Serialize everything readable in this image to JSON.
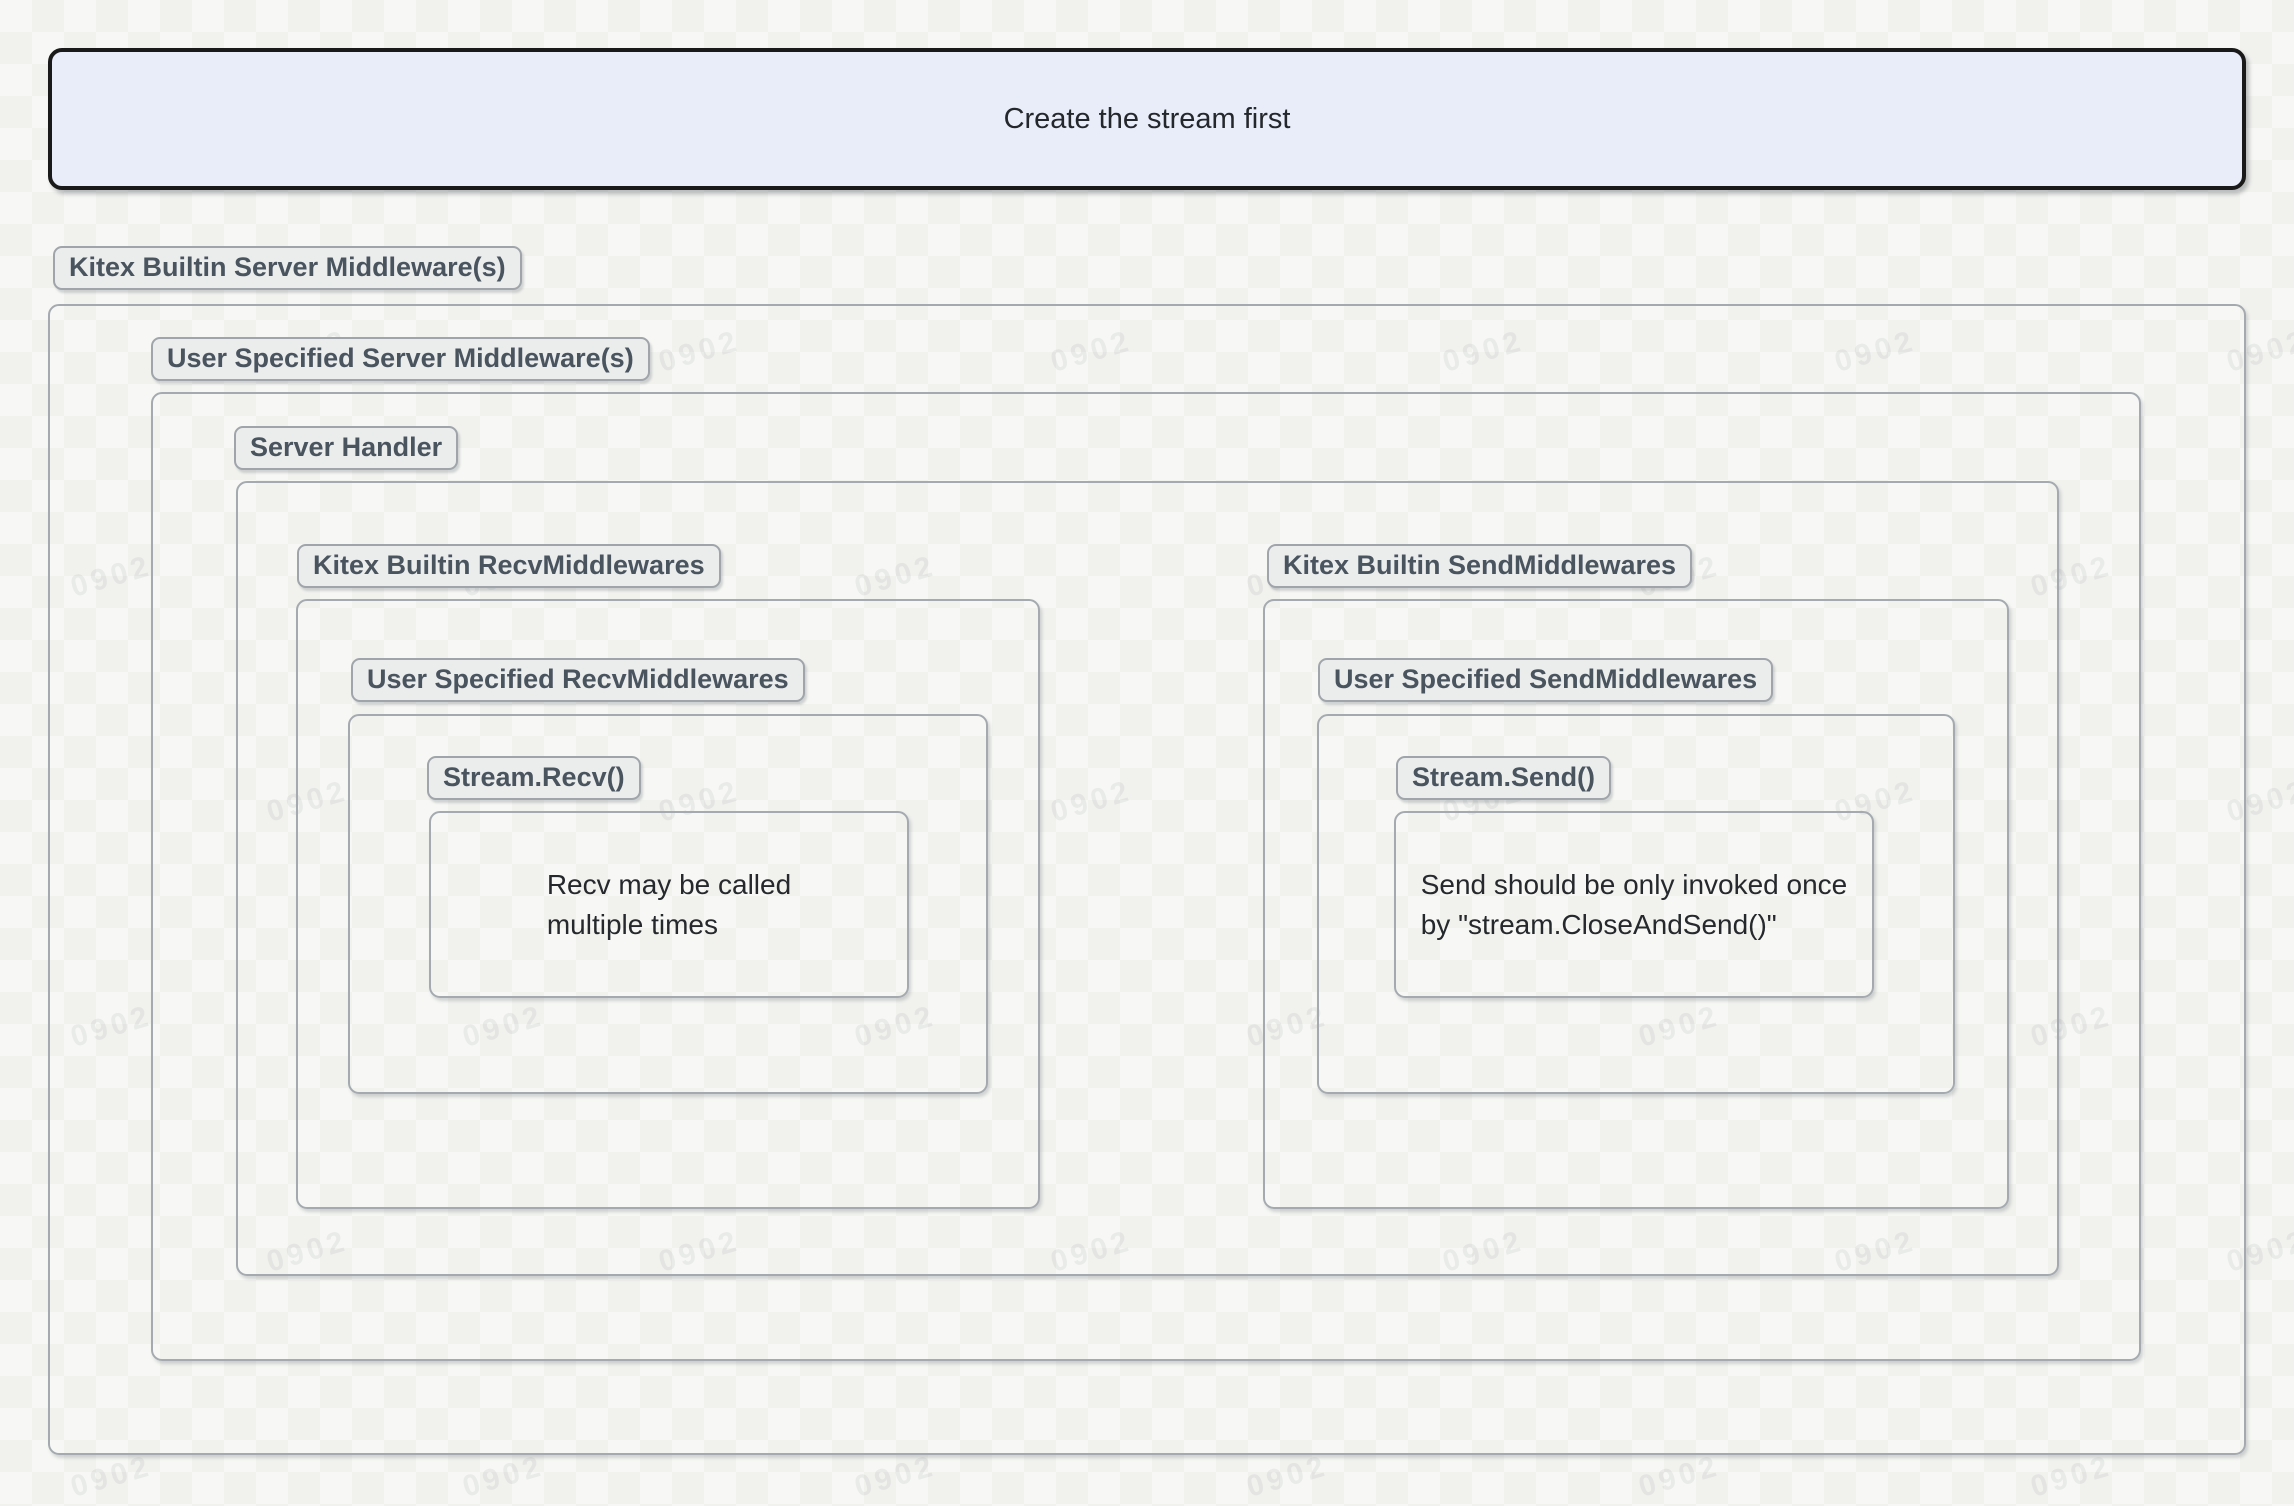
{
  "banner": {
    "label": "Create the stream first"
  },
  "watermark": {
    "text": "0902"
  },
  "colors": {
    "banner_bg": "#e9edf9",
    "banner_border": "#1a1a1a",
    "box_border": "#a4aab0",
    "badge_bg": "#ebecec",
    "badge_border": "#9fa5aa",
    "badge_text": "#4a545f",
    "note_text": "#25282c"
  },
  "layers": {
    "builtin_server": {
      "label": "Kitex Builtin Server Middleware(s)"
    },
    "user_server": {
      "label": "User Specified Server Middleware(s)"
    },
    "server_handler": {
      "label": "Server Handler"
    },
    "recv": {
      "builtin_label": "Kitex Builtin RecvMiddlewares",
      "user_label": "User Specified RecvMiddlewares",
      "stream_label": "Stream.Recv()",
      "note": "Recv may be called\nmultiple times"
    },
    "send": {
      "builtin_label": "Kitex Builtin SendMiddlewares",
      "user_label": "User Specified SendMiddlewares",
      "stream_label": "Stream.Send()",
      "note": "Send should be only invoked once\nby \"stream.CloseAndSend()\""
    }
  }
}
